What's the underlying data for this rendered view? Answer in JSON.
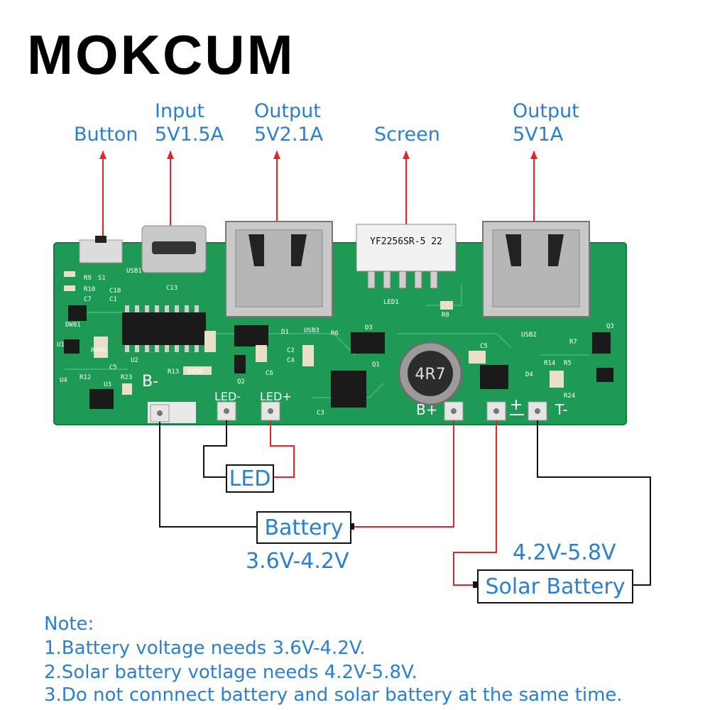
{
  "brand": {
    "name": "MOKCUM"
  },
  "top_labels": {
    "button": "Button",
    "input_line1": "Input",
    "input_line2": "5V1.5A",
    "output1_line1": "Output",
    "output1_line2": "5V2.1A",
    "screen": "Screen",
    "output2_line1": "Output",
    "output2_line2": "5V1A"
  },
  "pcb": {
    "pad_bminus": "B-",
    "pad_ledminus": "LED-",
    "pad_ledplus": "LED+",
    "pad_bplus": "B+",
    "pad_tminus": "T-",
    "display_part": "YF2256SR-5 22",
    "inductor_marking": "4R7",
    "silk": [
      "USB1",
      "R9",
      "S1",
      "R10",
      "C7",
      "C10",
      "C13",
      "C1",
      "DW01",
      "U1",
      "R050",
      "C5",
      "U2",
      "R12",
      "R13",
      "R050",
      "C6",
      "Q2",
      "D1",
      "C2",
      "C4",
      "USB3",
      "R6",
      "D3",
      "LED1",
      "R8",
      "USB2",
      "Q3",
      "R7",
      "C5",
      "D4",
      "R14",
      "R5",
      "R24",
      "R23",
      "U3",
      "U4",
      "C3",
      "Q1"
    ]
  },
  "components": {
    "led": "LED",
    "battery": "Battery",
    "battery_voltage": "3.6V-4.2V",
    "solar_battery": "Solar Battery",
    "solar_voltage": "4.2V-5.8V"
  },
  "notes": {
    "heading": "Note:",
    "items": [
      "1.Battery voltage needs 3.6V-4.2V.",
      "2.Solar battery votlage needs 4.2V-5.8V.",
      "3.Do not connnect battery and solar battery at the same time."
    ]
  },
  "colors": {
    "label_blue": "#2a7fd0",
    "pcb_green": "#1f9a55",
    "wire_red": "#e0262b",
    "wire_black": "#111111"
  }
}
